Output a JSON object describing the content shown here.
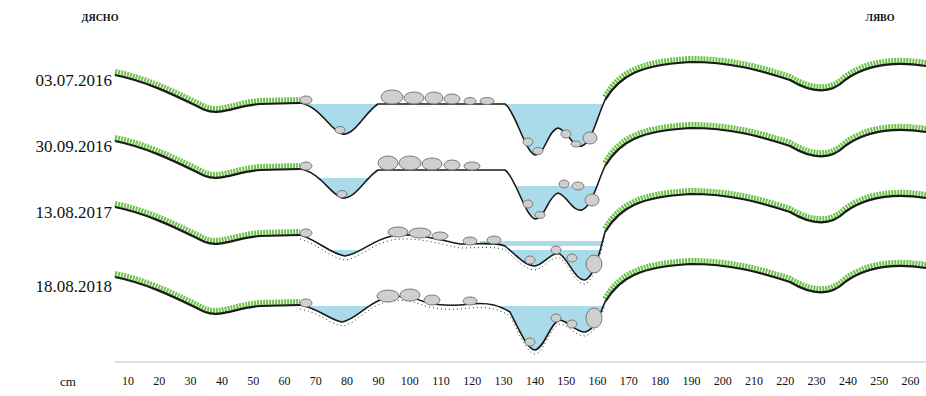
{
  "diagram": {
    "labels": [
      "ДЯСНО",
      "ЛЯВО",
      "03.07.2016",
      "30.09.2016",
      "13.08.2017",
      "18.08.2018",
      "cm",
      "10",
      "20",
      "30",
      "40",
      "50",
      "60",
      "70",
      "80",
      "90",
      "100",
      "110",
      "120",
      "130",
      "140",
      "150",
      "160",
      "170",
      "180",
      "190",
      "200",
      "210",
      "220",
      "230",
      "240",
      "250",
      "260"
    ]
  }
}
